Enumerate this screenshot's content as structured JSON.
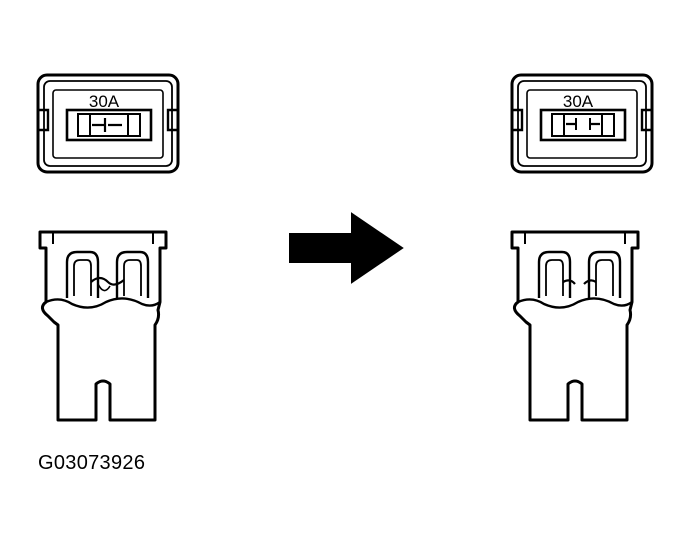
{
  "figure": {
    "reference_code": "G03073926",
    "left_fuse": {
      "rating_label": "30A",
      "state": "good"
    },
    "right_fuse": {
      "rating_label": "30A",
      "state": "blown"
    },
    "arrow": {
      "direction": "right"
    }
  }
}
